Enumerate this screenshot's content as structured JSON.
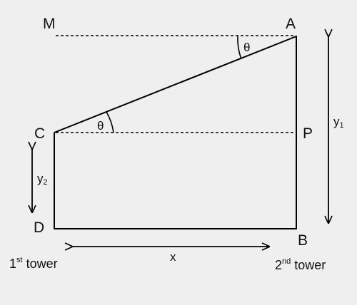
{
  "points": {
    "M": "M",
    "A": "A",
    "C": "C",
    "P": "P",
    "D": "D",
    "B": "B"
  },
  "angles": {
    "at_A": "θ",
    "at_C": "θ"
  },
  "dimensions": {
    "y1_base": "y",
    "y1_sub": "1",
    "y2_base": "y",
    "y2_sub": "2",
    "x": "x"
  },
  "captions": {
    "tower1_num": "1",
    "tower1_sup": "st",
    "tower1_word": " tower",
    "tower2_num": "2",
    "tower2_sup": "nd",
    "tower2_word": " tower"
  },
  "colors": {
    "line": "#000000",
    "background": "#efefef"
  }
}
